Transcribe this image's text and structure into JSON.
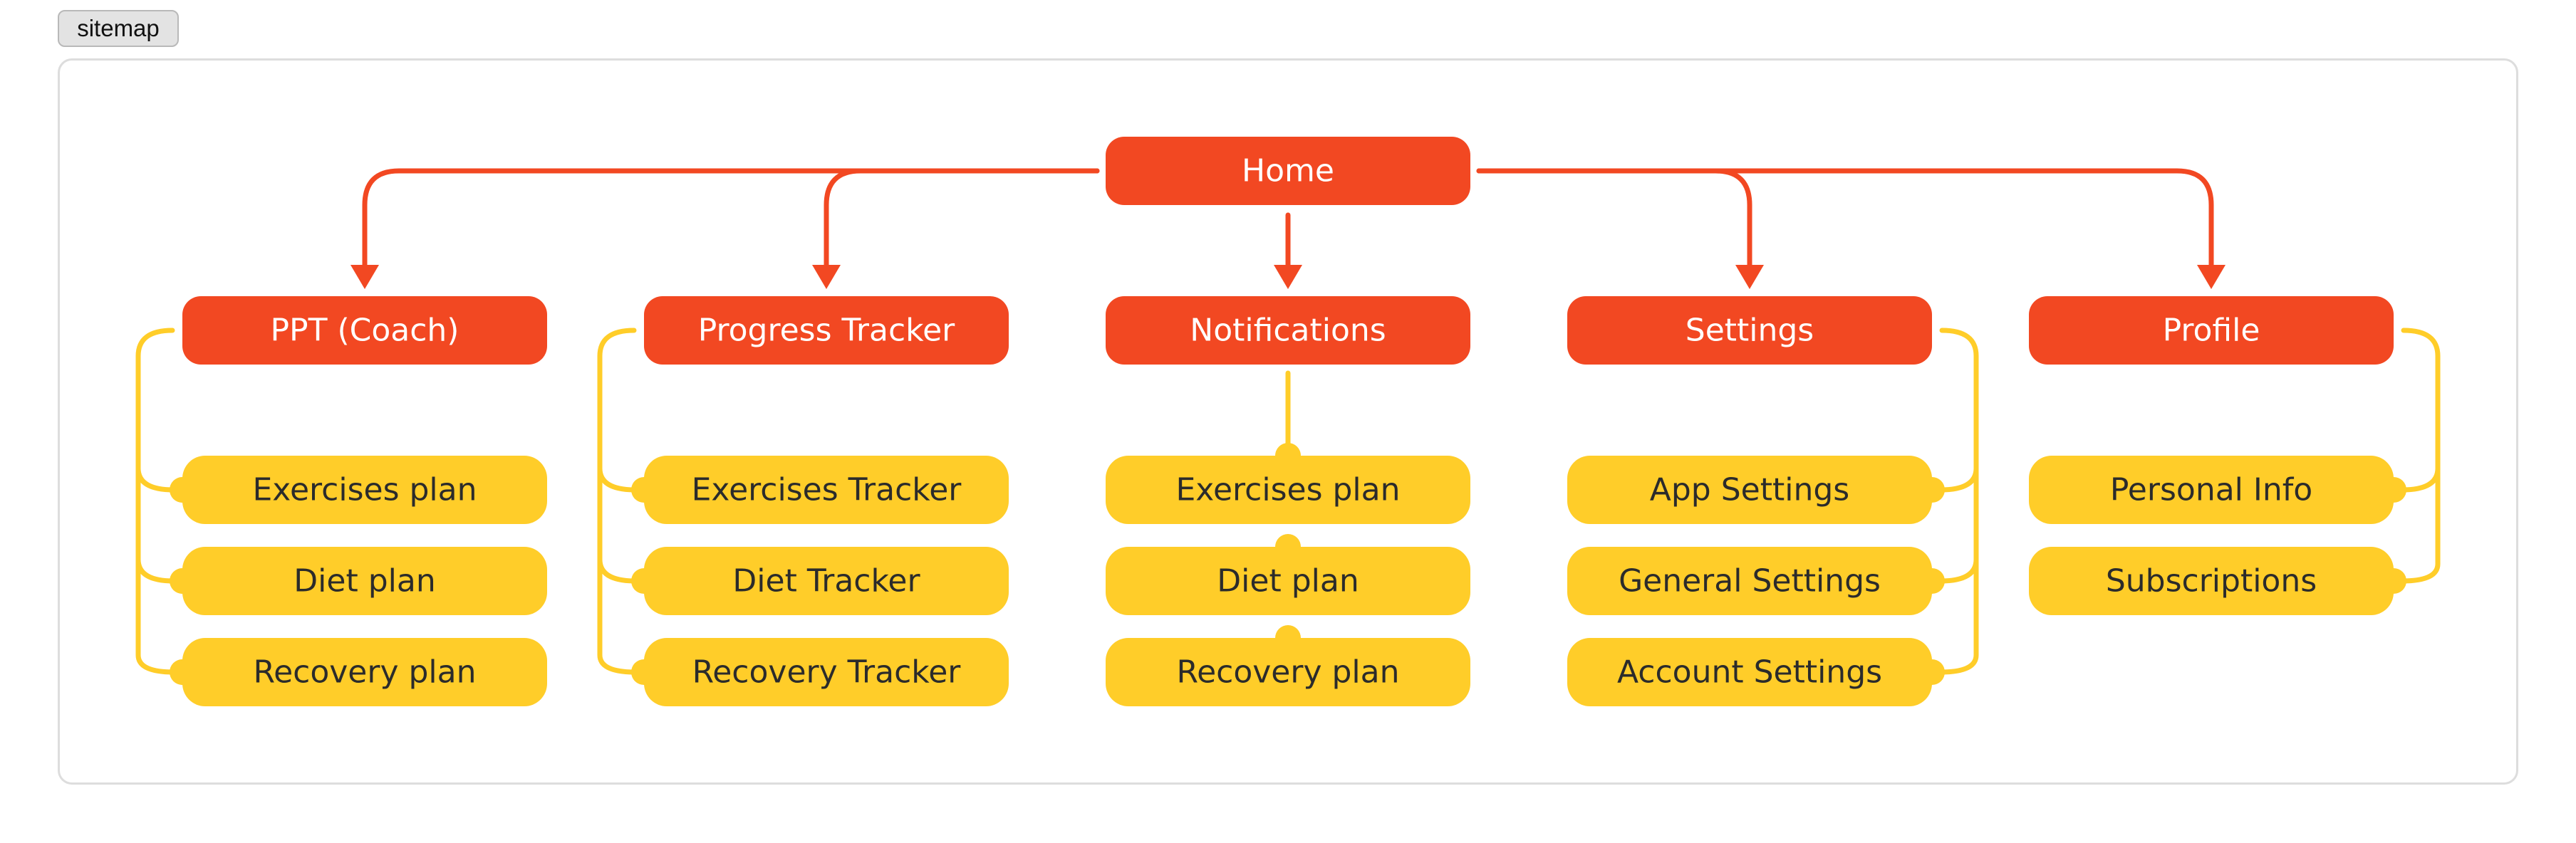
{
  "window": {
    "tag_label": "sitemap"
  },
  "colors": {
    "primary_node": "#f24822",
    "secondary_node": "#ffcd29",
    "primary_text": "#ffffff",
    "secondary_text": "#2b2b2b"
  },
  "sitemap": {
    "root": "Home",
    "sections": [
      {
        "label": "PPT (Coach)",
        "children": [
          "Exercises plan",
          "Diet plan",
          "Recovery plan"
        ]
      },
      {
        "label": "Progress Tracker",
        "children": [
          "Exercises Tracker",
          "Diet Tracker",
          "Recovery Tracker"
        ]
      },
      {
        "label": "Notifications",
        "children": [
          "Exercises plan",
          "Diet plan",
          "Recovery plan"
        ]
      },
      {
        "label": "Settings",
        "children": [
          "App Settings",
          "General Settings",
          "Account Settings"
        ]
      },
      {
        "label": "Profile",
        "children": [
          "Personal Info",
          "Subscriptions"
        ]
      }
    ]
  }
}
